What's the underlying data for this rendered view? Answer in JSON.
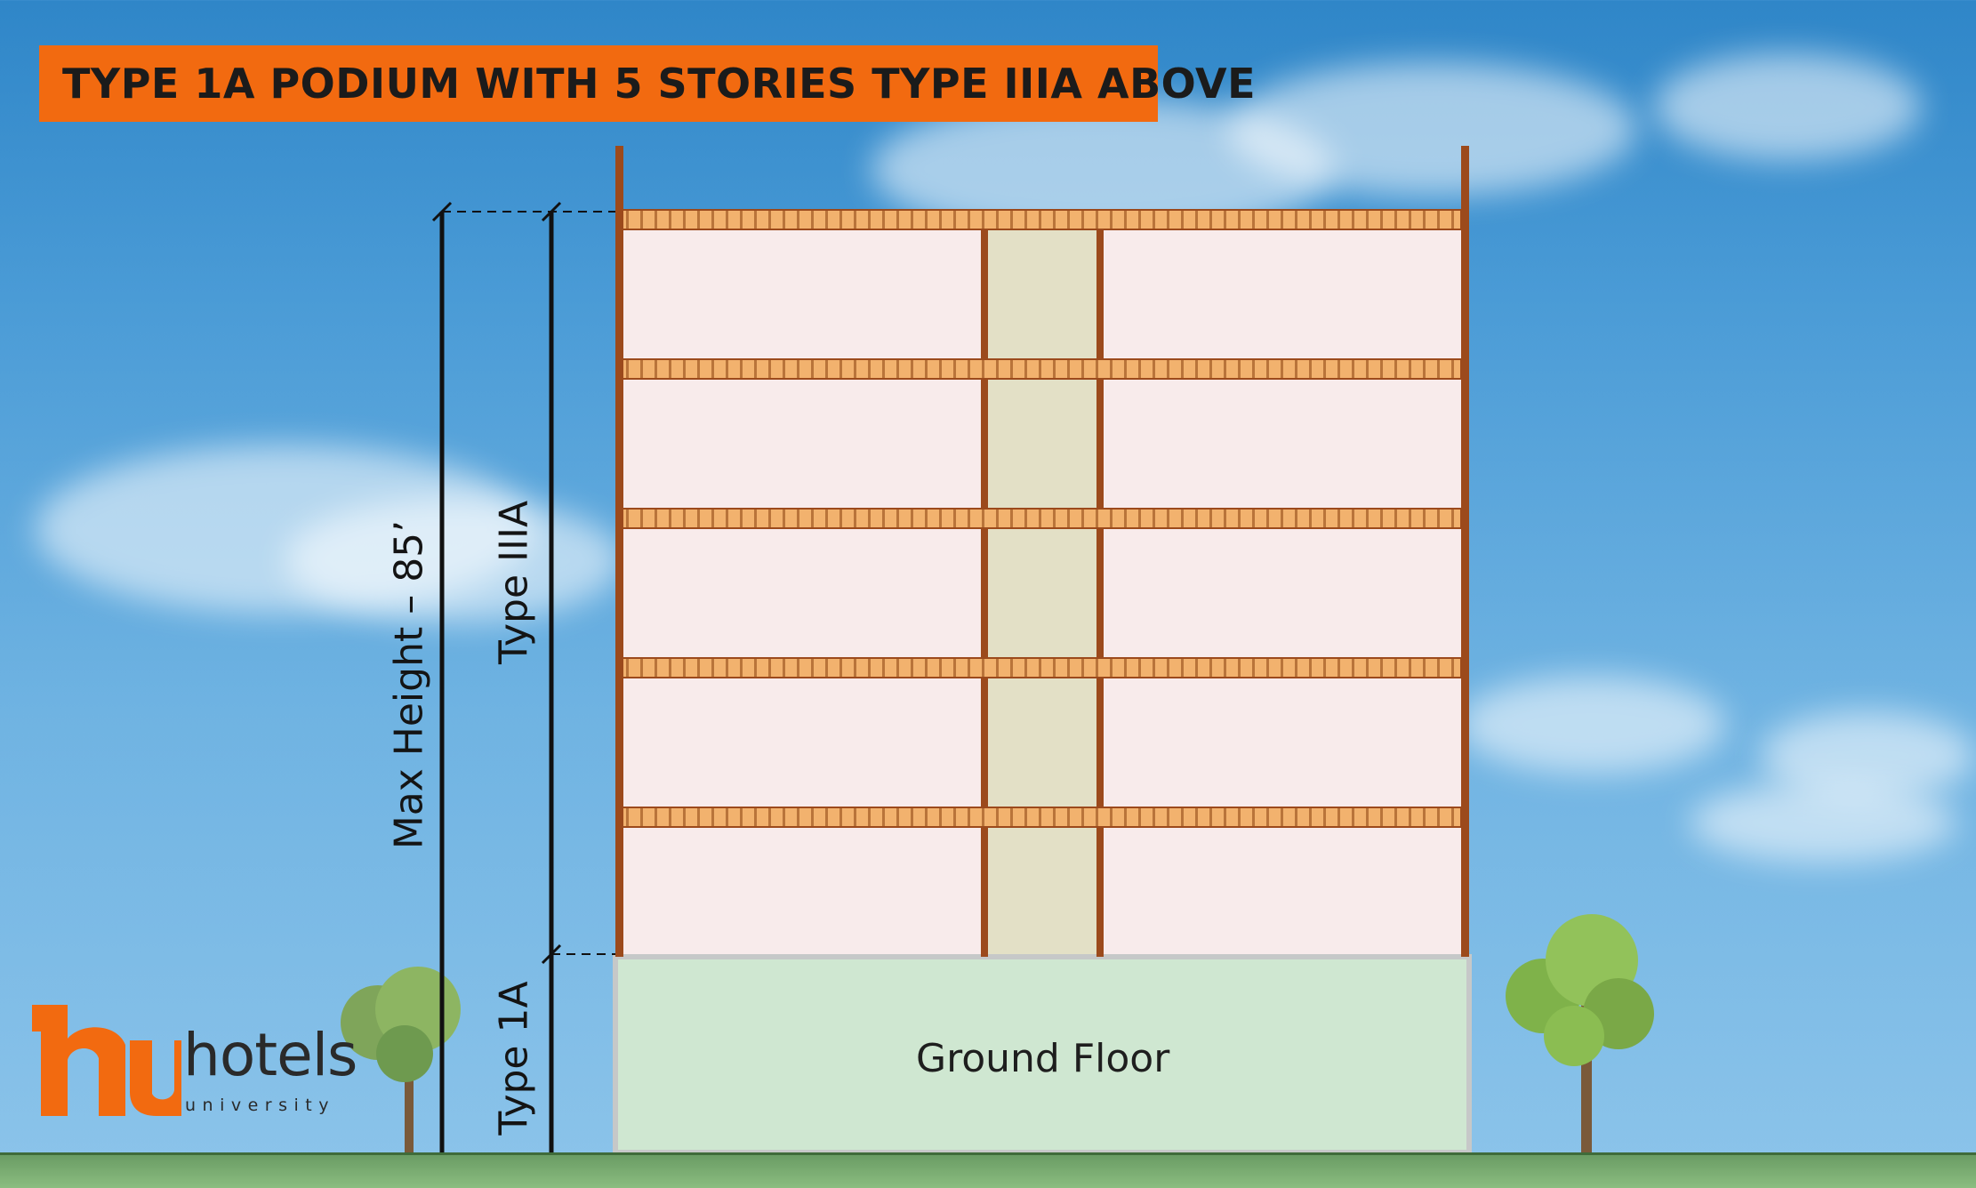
{
  "title": "TYPE 1A PODIUM WITH 5 STORIES TYPE IIIA ABOVE",
  "dimensions": {
    "max_height": "Max Height – 85’",
    "upper_type": "Type IIIA",
    "podium_type": "Type 1A"
  },
  "building": {
    "podium_label": "Ground Floor",
    "upper_story_count": 5
  },
  "logo": {
    "word": "hotels",
    "subword": "university"
  },
  "colors": {
    "title_banner": "#f26a10",
    "wood_frame": "#9c4a1c",
    "floor_joist": "#f2b26e",
    "story_wall": "#f8ebeb",
    "core_shaft": "#e3e0c6",
    "podium": "#cfe7d1",
    "logo_orange": "#f26a10"
  }
}
